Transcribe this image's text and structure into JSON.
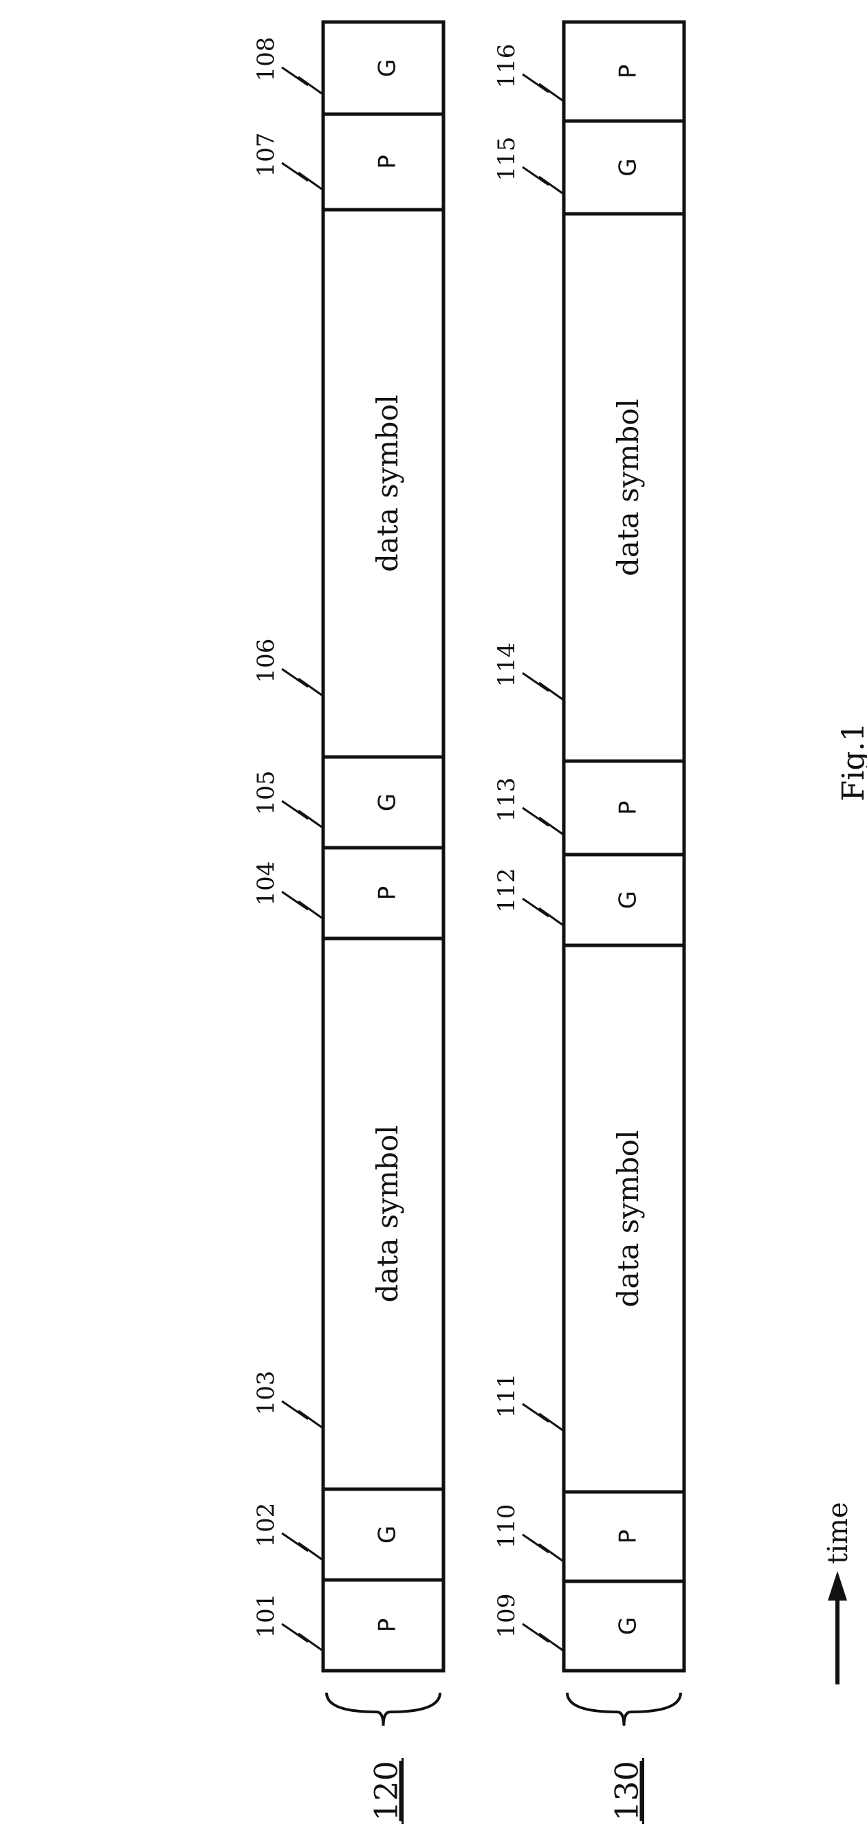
{
  "figure_title": "Fig.1",
  "time_label": "time",
  "frames": [
    {
      "label": "120",
      "segments": [
        {
          "ref": "101",
          "text": "P",
          "kind": "small"
        },
        {
          "ref": "102",
          "text": "G",
          "kind": "small"
        },
        {
          "ref": "103",
          "text": "data symbol",
          "kind": "data"
        },
        {
          "ref": "104",
          "text": "P",
          "kind": "small"
        },
        {
          "ref": "105",
          "text": "G",
          "kind": "small"
        },
        {
          "ref": "106",
          "text": "data symbol",
          "kind": "data"
        },
        {
          "ref": "107",
          "text": "P",
          "kind": "small"
        },
        {
          "ref": "108",
          "text": "G",
          "kind": "small"
        }
      ]
    },
    {
      "label": "130",
      "segments": [
        {
          "ref": "109",
          "text": "G",
          "kind": "small"
        },
        {
          "ref": "110",
          "text": "P",
          "kind": "small"
        },
        {
          "ref": "111",
          "text": "data symbol",
          "kind": "data"
        },
        {
          "ref": "112",
          "text": "G",
          "kind": "small"
        },
        {
          "ref": "113",
          "text": "P",
          "kind": "small"
        },
        {
          "ref": "114",
          "text": "data symbol",
          "kind": "data"
        },
        {
          "ref": "115",
          "text": "G",
          "kind": "small"
        },
        {
          "ref": "116",
          "text": "P",
          "kind": "small"
        }
      ]
    }
  ]
}
